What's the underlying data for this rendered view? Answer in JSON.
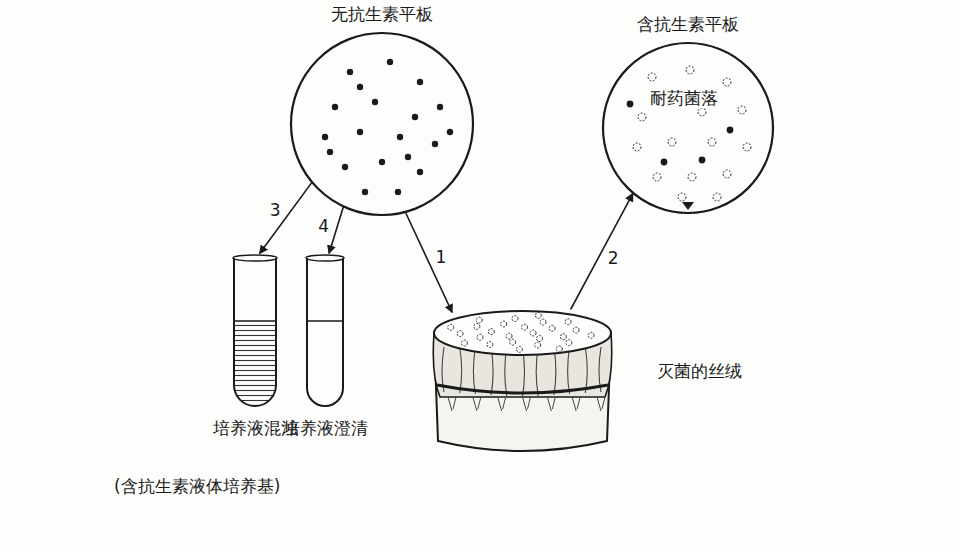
{
  "diagram": {
    "nodes": [
      {
        "text": [
          "无抗生素平板"
        ]
      },
      {
        "text": [
          "含抗生素平板"
        ]
      },
      {
        "text": [
          "灭菌的丝绒"
        ]
      },
      {
        "text": [
          "培养液混浊"
        ]
      },
      {
        "text": [
          "培养液澄清"
        ]
      }
    ],
    "edges": [
      {
        "from": 0,
        "to": 2,
        "label": "1",
        "arrow": "to"
      },
      {
        "from": 2,
        "to": 1,
        "label": "2",
        "arrow": "to"
      },
      {
        "from": 0,
        "to": 3,
        "label": "3",
        "arrow": "to"
      },
      {
        "from": 0,
        "to": 4,
        "label": "4",
        "arrow": "to"
      }
    ],
    "labels": [
      "耐药菌落",
      "(含抗生素液体培养基)"
    ]
  }
}
